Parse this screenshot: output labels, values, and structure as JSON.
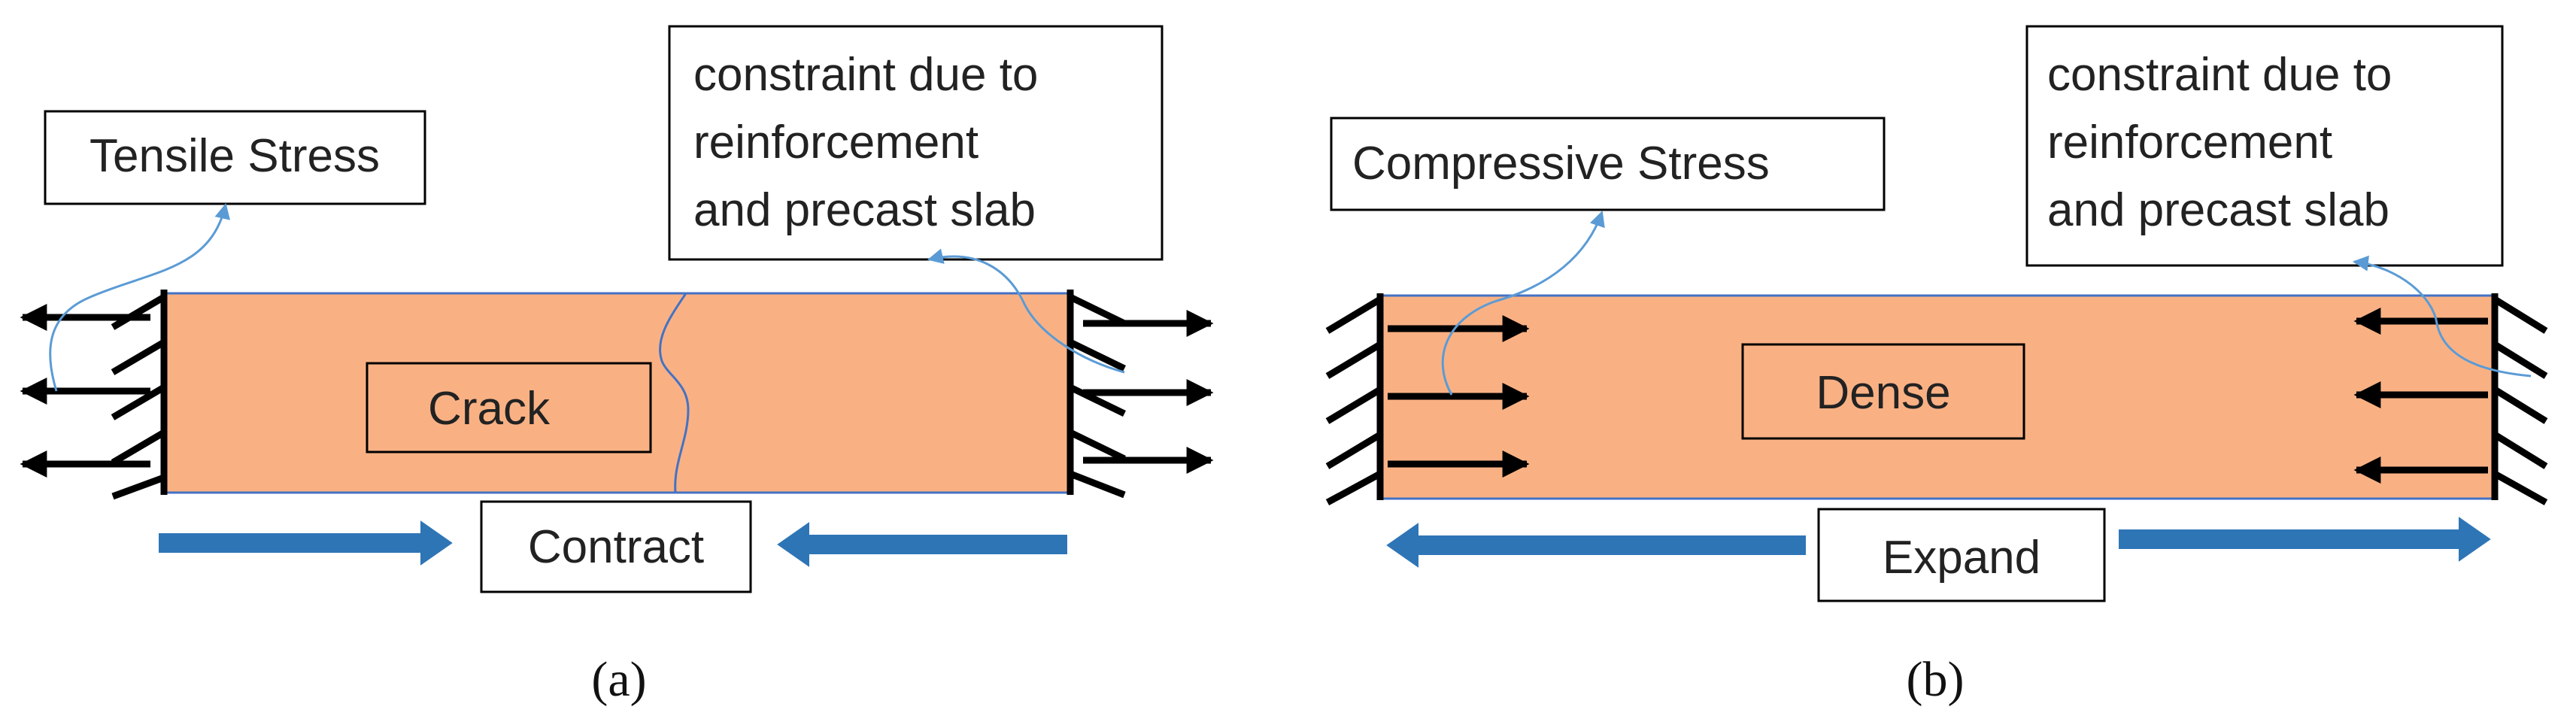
{
  "colors": {
    "slab_fill": "#F9B184",
    "slab_edge": "#4472C4",
    "blue_arrow": "#2E75B6",
    "thin_arrow": "#5B9BD5",
    "black": "#000000"
  },
  "panel_a": {
    "tensile_label": "Tensile Stress",
    "constraint_line1": "constraint due to",
    "constraint_line2": "reinforcement",
    "constraint_line3": "and precast slab",
    "crack_label": "Crack",
    "contract_label": "Contract",
    "caption_open": "(",
    "caption_letter": "a",
    "caption_close": ")"
  },
  "panel_b": {
    "compressive_label": "Compressive Stress",
    "constraint_line1": "constraint due to",
    "constraint_line2": "reinforcement",
    "constraint_line3": "and precast slab",
    "dense_label": "Dense",
    "expand_label": "Expand",
    "caption_open": "(",
    "caption_letter": "b",
    "caption_close": ")"
  }
}
